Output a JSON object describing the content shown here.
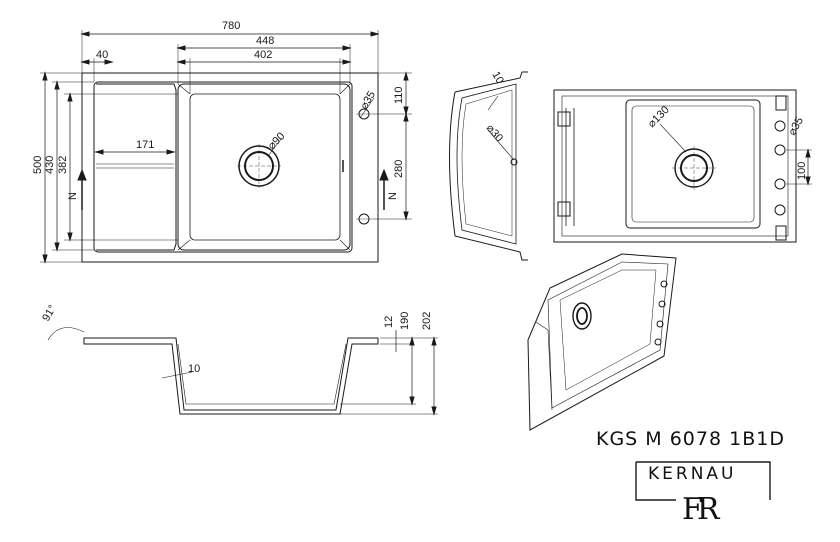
{
  "dimensions": {
    "overall_width": "780",
    "bowl_outer_width": "448",
    "bowl_inner_width": "402",
    "rim_offset": "40",
    "drainer_width": "171",
    "overall_depth": "500",
    "depth_430": "430",
    "bowl_depth": "382",
    "tap_hole_offset": "110",
    "tap_hole_spacing": "280",
    "tap_hole_diameter": "⌀35",
    "drain_diameter": "⌀90",
    "tilt_angle": "91°",
    "rim_thickness": "12",
    "bowl_height": "190",
    "overall_height": "202",
    "wall_thickness": "10",
    "side_rim": "10",
    "overflow_diameter": "⌀30",
    "bottom_drain_diameter": "⌀130",
    "bottom_tap_diameter": "⌀35",
    "bottom_hole_spacing": "100"
  },
  "labels": {
    "north_left": "N",
    "north_right": "N",
    "model": "KGS M 6078 1B1D",
    "brand": "KERNAU",
    "logo": "FR"
  },
  "colors": {
    "line": "#1a1a1a",
    "background": "#ffffff"
  }
}
